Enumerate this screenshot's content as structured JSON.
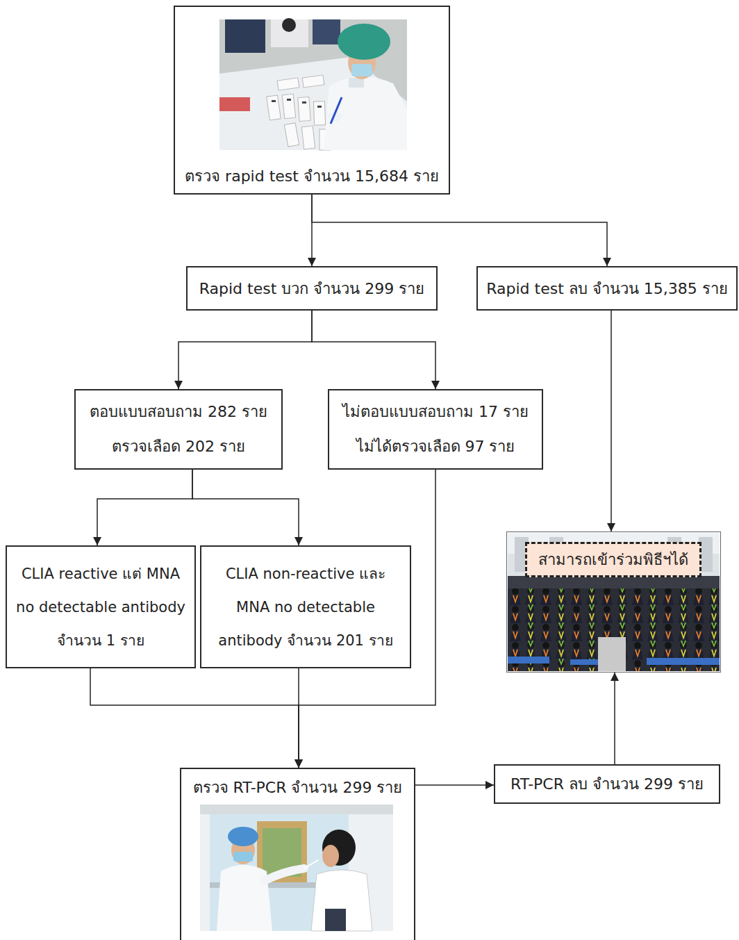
{
  "diagram": {
    "nodes": [
      {
        "text": [
          "ตรวจ rapid test จำนวน 15,684 ราย"
        ]
      },
      {
        "text": [
          "Rapid test บวก จำนวน 299 ราย"
        ]
      },
      {
        "text": [
          "Rapid test ลบ จำนวน 15,385 ราย"
        ]
      },
      {
        "text": [
          "ตอบแบบสอบถาม 282 ราย",
          "ตรวจเลือด 202 ราย"
        ]
      },
      {
        "text": [
          "ไม่ตอบแบบสอบถาม 17 ราย",
          "ไม่ได้ตรวจเลือด 97 ราย"
        ]
      },
      {
        "text": [
          "สามารถเข้าร่วมพิธีฯได้"
        ]
      },
      {
        "text": [
          "CLIA reactive แต่ MNA no detectable antibody จำนวน 1 ราย"
        ]
      },
      {
        "text": [
          "CLIA non-reactive และ MNA no detectable antibody จำนวน 201 ราย"
        ]
      },
      {
        "text": [
          "ตรวจ RT-PCR จำนวน 299 ราย"
        ]
      },
      {
        "text": [
          "RT-PCR ลบ จำนวน 299 ราย"
        ]
      }
    ],
    "edges": [
      {
        "from": 0,
        "to": 1,
        "arrow": "to"
      },
      {
        "from": 0,
        "to": 2,
        "arrow": "to"
      },
      {
        "from": 1,
        "to": 3,
        "arrow": "to"
      },
      {
        "from": 1,
        "to": 4,
        "arrow": "to"
      },
      {
        "from": 3,
        "to": 6,
        "arrow": "to"
      },
      {
        "from": 3,
        "to": 7,
        "arrow": "to"
      },
      {
        "from": 6,
        "to": 8,
        "arrow": "to"
      },
      {
        "from": 7,
        "to": 8,
        "arrow": "to"
      },
      {
        "from": 4,
        "to": 8,
        "arrow": "to"
      },
      {
        "from": 8,
        "to": 9,
        "arrow": "to"
      },
      {
        "from": 9,
        "to": 5,
        "arrow": "to"
      },
      {
        "from": 2,
        "to": 5,
        "arrow": "to"
      }
    ]
  }
}
